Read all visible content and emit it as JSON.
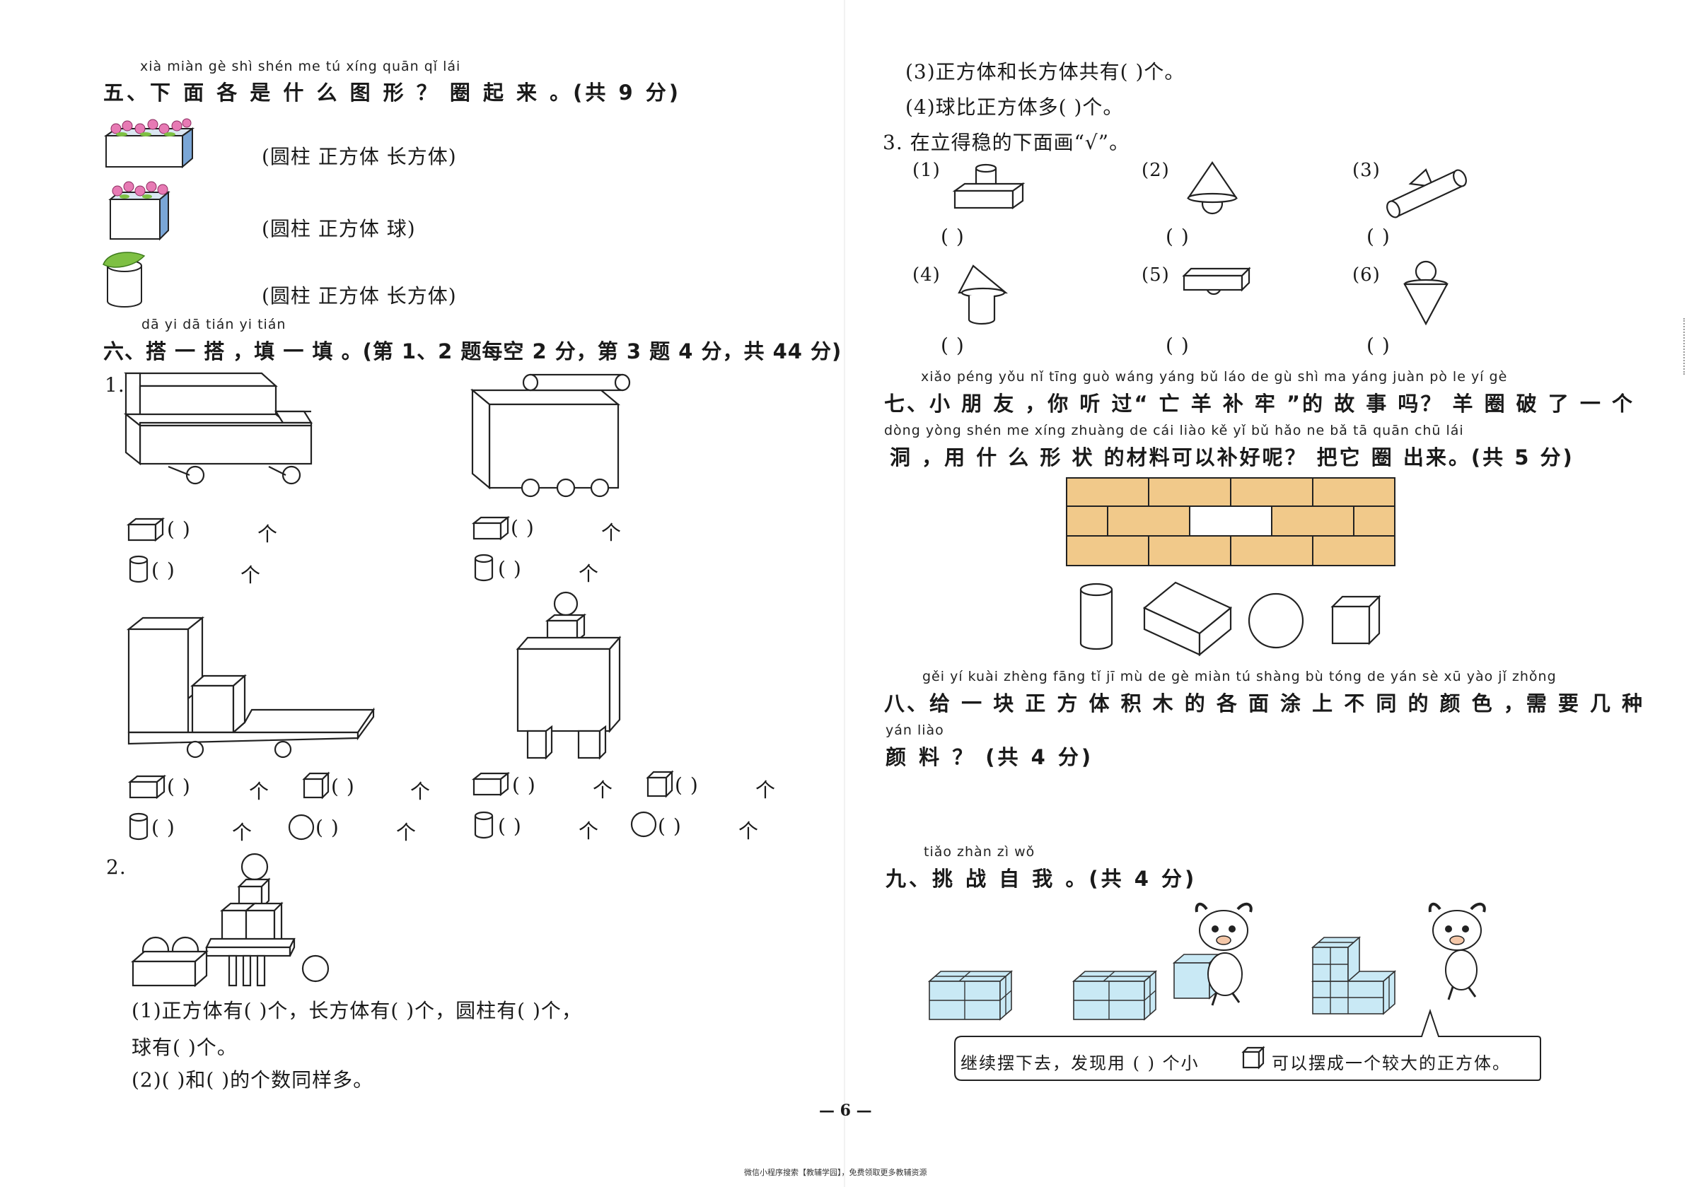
{
  "q5": {
    "pinyin": "xià miàn gè shì shén me  tú  xíng      quān  qǐ  lái",
    "title": "五、下 面 各 是 什 么 图 形 ？ 圈 起 来 。(共 9 分)",
    "options": [
      "(圆柱    正方体    长方体)",
      "(圆柱    正方体    球)",
      "(圆柱    正方体    长方体)"
    ]
  },
  "q6": {
    "pinyin": "dā  yi  dā     tián  yi  tián",
    "title": "六、搭 一 搭 ，填 一 填 。(第 1、2 题每空 2 分，第 3 题 4 分，共 44 分)",
    "n1": "1.",
    "n2": "2.",
    "ge": "个",
    "paren": "(          )",
    "p2_line1": "(1)正方体有(          )个，长方体有(          )个，圆柱有(          )个，",
    "p2_line2": "球有(          )个。",
    "p2_line3": "(2)(          )和(          )的个数同样多。"
  },
  "q6_cont": {
    "l3": "(3)正方体和长方体共有(          )个。",
    "l4": "(4)球比正方体多(          )个。",
    "s3": "3. 在立得稳的下面画“√”。",
    "labels": [
      "(1)",
      "(2)",
      "(3)",
      "(4)",
      "(5)",
      "(6)"
    ],
    "blank": "(          )"
  },
  "q7": {
    "pinyin1": "xiǎo péng yǒu      nǐ  tīng guò      wáng yáng  bǔ  láo       de  gù  shì  ma        yáng juàn  pò   le    yí   gè",
    "line1": "七、小 朋 友 ，你 听 过“ 亡  羊 补 牢 ”的 故 事 吗？ 羊  圈  破  了 一 个",
    "pinyin2": "dòng     yòng shén me xíng zhuàng de  cái liào kě  yǐ  bǔ hǎo ne          bǎ  tā  quān chū lái",
    "line2": "洞 ，用 什 么 形  状  的材料可以补好呢？ 把它 圈 出来。(共 5 分)"
  },
  "q8": {
    "pinyin1": "gěi  yí  kuài zhèng fāng  tǐ    jī   mù  de  gè  miàn  tú  shàng  bù  tóng  de  yán  sè     xū  yào  jǐ  zhǒng",
    "line1": "八、给 一 块  正  方 体 积 木 的 各 面 涂  上  不 同 的 颜 色 ，需 要 几  种",
    "pinyin2": "yán liào",
    "line2": "颜 料 ？ (共 4 分)"
  },
  "q9": {
    "pinyin": "tiǎo zhàn  zì   wǒ",
    "title": "九、挑 战 自 我 。(共 4 分)",
    "bubble_a": "继续摆下去，发现用 (    ) 个小",
    "bubble_b": "可以摆成一个较大的正方体。"
  },
  "footer": {
    "page": "— 6 —",
    "note": "微信小程序搜索【教辅学园】，免费领取更多教辅资源"
  },
  "colors": {
    "wall": "#f1c98a",
    "cube": "#c9e9f5",
    "flower": "#e77ab4",
    "leaf": "#7ec043"
  }
}
